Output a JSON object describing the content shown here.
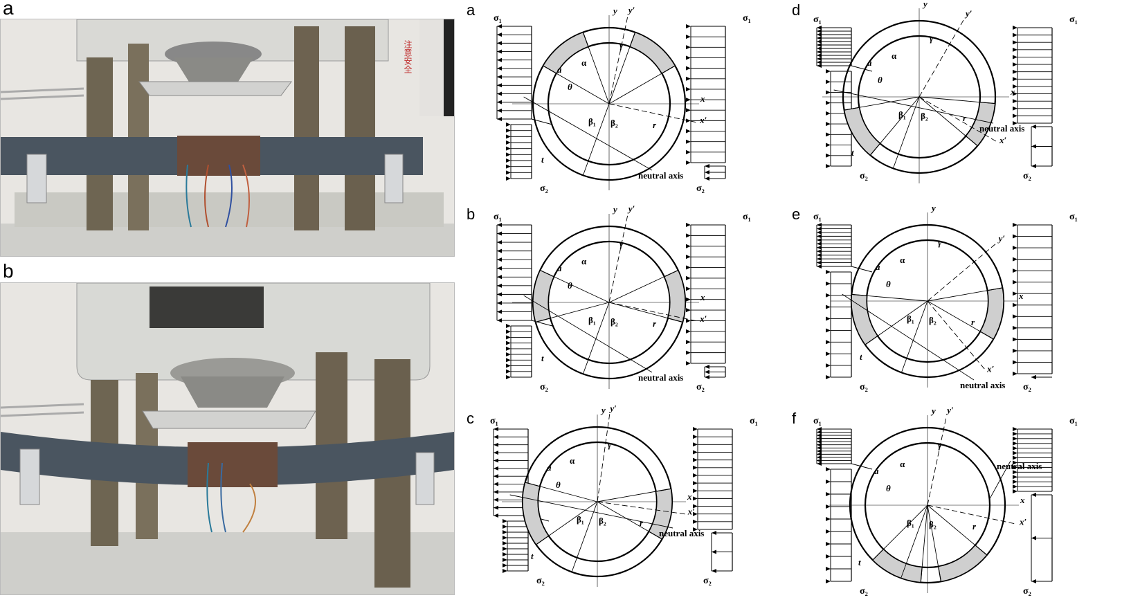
{
  "photos": [
    {
      "letter": "a",
      "sign_text": "注意安全"
    },
    {
      "letter": "b",
      "sign_text": ""
    }
  ],
  "diagrams": [
    {
      "letter": "a",
      "neutral": "neutral axis"
    },
    {
      "letter": "b",
      "neutral": "neutral axis"
    },
    {
      "letter": "c",
      "neutral": "neutral axis"
    },
    {
      "letter": "d",
      "neutral": "neutral axis"
    },
    {
      "letter": "e",
      "neutral": "neutral axis"
    },
    {
      "letter": "f",
      "neutral": "neutral axis"
    }
  ],
  "symbols": {
    "sigma1": "σ₁",
    "sigma2": "σ₂",
    "x": "x",
    "y": "y",
    "xp": "x′",
    "yp": "y′",
    "alpha": "α",
    "beta1": "β₁",
    "beta2": "β₂",
    "theta": "θ",
    "gamma": "γ",
    "r": "r",
    "t": "t",
    "a": "a"
  }
}
